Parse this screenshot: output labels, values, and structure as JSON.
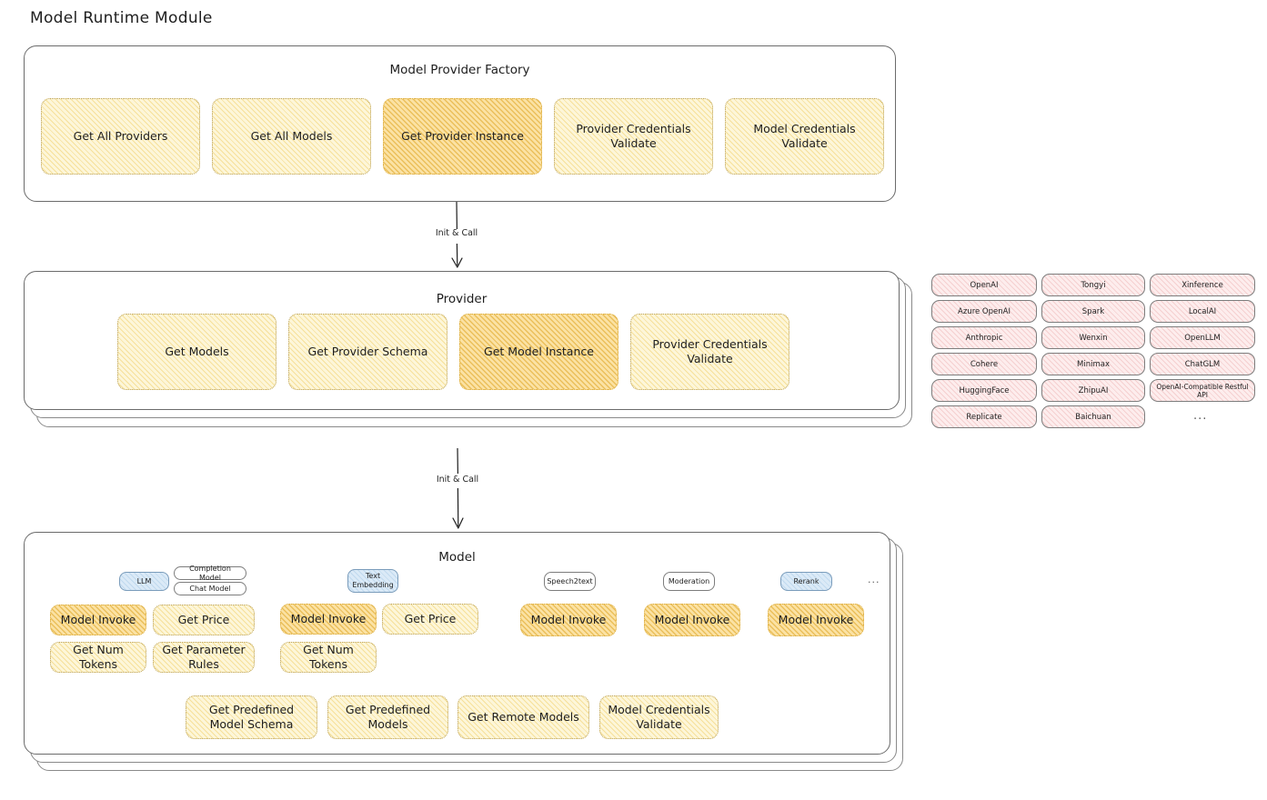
{
  "diagram": {
    "title": "Model Runtime Module"
  },
  "factory": {
    "title": "Model Provider Factory",
    "nodes": [
      {
        "label": "Get All Providers",
        "highlighted": false
      },
      {
        "label": "Get All Models",
        "highlighted": false
      },
      {
        "label": "Get Provider Instance",
        "highlighted": true
      },
      {
        "label": "Provider Credentials Validate",
        "highlighted": false
      },
      {
        "label": "Model Credentials Validate",
        "highlighted": false
      }
    ]
  },
  "arrows": [
    {
      "label": "Init & Call"
    },
    {
      "label": "Init & Call"
    }
  ],
  "provider": {
    "title": "Provider",
    "nodes": [
      {
        "label": "Get Models",
        "highlighted": false
      },
      {
        "label": "Get Provider Schema",
        "highlighted": false
      },
      {
        "label": "Get Model Instance",
        "highlighted": true
      },
      {
        "label": "Provider Credentials Validate",
        "highlighted": false
      }
    ]
  },
  "provider_list": {
    "columns": [
      [
        "OpenAI",
        "Azure OpenAI",
        "Anthropic",
        "Cohere",
        "HuggingFace",
        "Replicate"
      ],
      [
        "Tongyi",
        "Spark",
        "Wenxin",
        "Minimax",
        "ZhipuAI",
        "Baichuan"
      ],
      [
        "Xinference",
        "LocalAI",
        "OpenLLM",
        "ChatGLM",
        "OpenAI-Compatible Restful API"
      ]
    ],
    "more": "..."
  },
  "model": {
    "title": "Model",
    "more": "...",
    "types": [
      {
        "name": "LLM",
        "style": "blue",
        "subtypes": [
          "Completion Model",
          "Chat Model"
        ],
        "methods": [
          {
            "label": "Model Invoke",
            "highlighted": true
          },
          {
            "label": "Get Price",
            "highlighted": false
          },
          {
            "label": "Get Num Tokens",
            "highlighted": false
          },
          {
            "label": "Get Parameter Rules",
            "highlighted": false
          }
        ]
      },
      {
        "name": "Text Embedding",
        "style": "blue",
        "subtypes": [],
        "methods": [
          {
            "label": "Model Invoke",
            "highlighted": true
          },
          {
            "label": "Get Price",
            "highlighted": false
          },
          {
            "label": "Get Num Tokens",
            "highlighted": false
          }
        ]
      },
      {
        "name": "Speech2text",
        "style": "white",
        "subtypes": [],
        "methods": [
          {
            "label": "Model Invoke",
            "highlighted": true
          }
        ]
      },
      {
        "name": "Moderation",
        "style": "white",
        "subtypes": [],
        "methods": [
          {
            "label": "Model Invoke",
            "highlighted": true
          }
        ]
      },
      {
        "name": "Rerank",
        "style": "blue",
        "subtypes": [],
        "methods": [
          {
            "label": "Model Invoke",
            "highlighted": true
          }
        ]
      }
    ],
    "common_methods": [
      {
        "label": "Get Predefined Model Schema"
      },
      {
        "label": "Get Predefined Models"
      },
      {
        "label": "Get Remote Models"
      },
      {
        "label": "Model Credentials Validate"
      }
    ]
  },
  "colors": {
    "node_fill": "#fdf6d9",
    "node_fill_highlight": "#fbe2a4",
    "chip_fill": "#fdeded",
    "badge_blue": "#dbeaf7",
    "stroke": "#1e1e1e"
  }
}
